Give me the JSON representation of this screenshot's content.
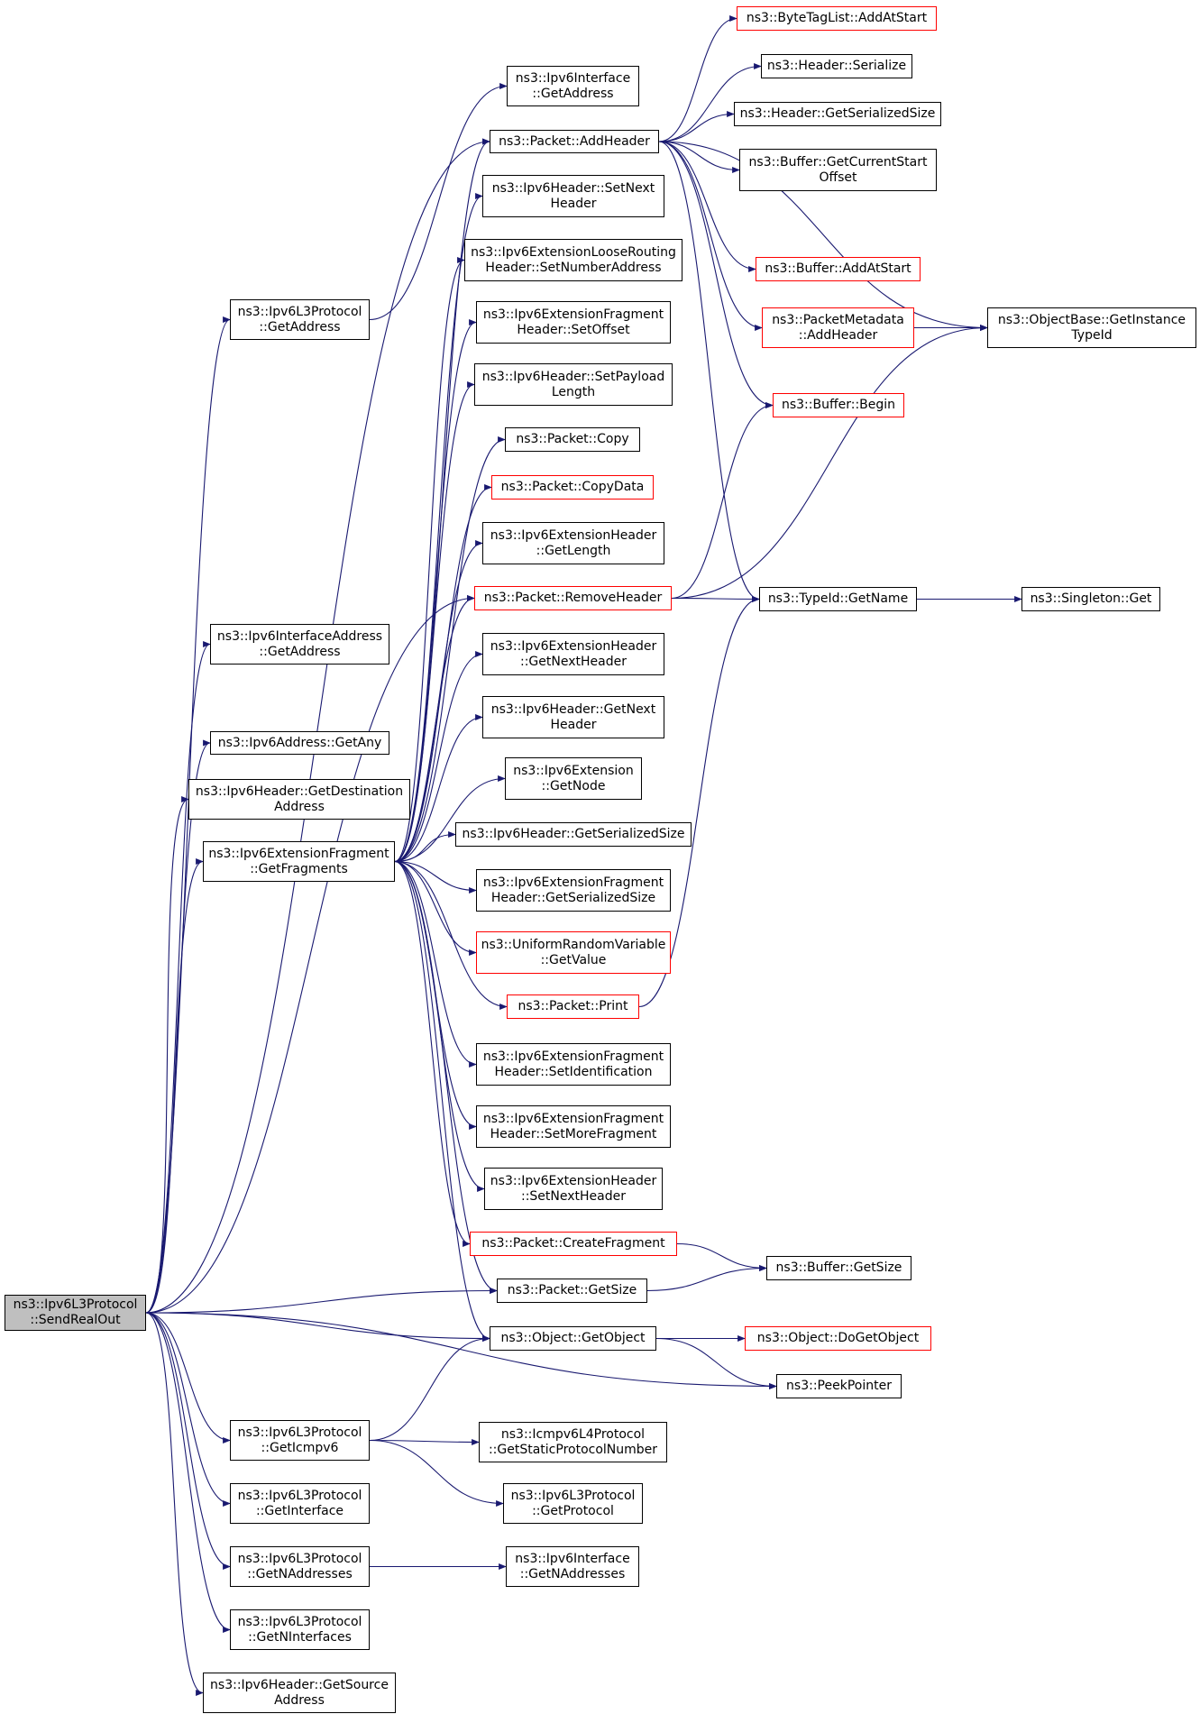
{
  "colors": {
    "edge": "#191970",
    "node_border": "#000000",
    "node_border_missing": "#ff0000",
    "focus_fill": "#bfbfbf"
  },
  "nodes": [
    {
      "id": "sendrealout",
      "label": "ns3::Ipv6L3Protocol\n::SendRealOut",
      "style": "focus"
    },
    {
      "id": "l3_getaddress",
      "label": "ns3::Ipv6L3Protocol\n::GetAddress",
      "style": "normal"
    },
    {
      "id": "iface_getaddress",
      "label": "ns3::Ipv6Interface\n::GetAddress",
      "style": "normal"
    },
    {
      "id": "ifaceaddr_getaddress",
      "label": "ns3::Ipv6InterfaceAddress\n::GetAddress",
      "style": "normal"
    },
    {
      "id": "addr_getany",
      "label": "ns3::Ipv6Address::GetAny",
      "style": "normal"
    },
    {
      "id": "hdr_getdest",
      "label": "ns3::Ipv6Header::GetDestination\nAddress",
      "style": "normal"
    },
    {
      "id": "frag_getfragments",
      "label": "ns3::Ipv6ExtensionFragment\n::GetFragments",
      "style": "normal"
    },
    {
      "id": "pkt_addheader",
      "label": "ns3::Packet::AddHeader",
      "style": "normal"
    },
    {
      "id": "hdr_setnext",
      "label": "ns3::Ipv6Header::SetNext\nHeader",
      "style": "normal"
    },
    {
      "id": "loose_setnum",
      "label": "ns3::Ipv6ExtensionLooseRouting\nHeader::SetNumberAddress",
      "style": "normal"
    },
    {
      "id": "fraghdr_setoffset",
      "label": "ns3::Ipv6ExtensionFragment\nHeader::SetOffset",
      "style": "normal"
    },
    {
      "id": "hdr_setpayload",
      "label": "ns3::Ipv6Header::SetPayload\nLength",
      "style": "normal"
    },
    {
      "id": "pkt_copy",
      "label": "ns3::Packet::Copy",
      "style": "normal"
    },
    {
      "id": "pkt_copydata",
      "label": "ns3::Packet::CopyData",
      "style": "red"
    },
    {
      "id": "exthdr_getlength",
      "label": "ns3::Ipv6ExtensionHeader\n::GetLength",
      "style": "normal"
    },
    {
      "id": "pkt_removeheader",
      "label": "ns3::Packet::RemoveHeader",
      "style": "red"
    },
    {
      "id": "exthdr_getnext",
      "label": "ns3::Ipv6ExtensionHeader\n::GetNextHeader",
      "style": "normal"
    },
    {
      "id": "hdr_getnext",
      "label": "ns3::Ipv6Header::GetNext\nHeader",
      "style": "normal"
    },
    {
      "id": "ext_getnode",
      "label": "ns3::Ipv6Extension\n::GetNode",
      "style": "normal"
    },
    {
      "id": "hdr_getserial",
      "label": "ns3::Ipv6Header::GetSerializedSize",
      "style": "normal"
    },
    {
      "id": "fraghdr_getserial",
      "label": "ns3::Ipv6ExtensionFragment\nHeader::GetSerializedSize",
      "style": "normal"
    },
    {
      "id": "urv_getvalue",
      "label": "ns3::UniformRandomVariable\n::GetValue",
      "style": "red"
    },
    {
      "id": "pkt_print",
      "label": "ns3::Packet::Print",
      "style": "red"
    },
    {
      "id": "fraghdr_setid",
      "label": "ns3::Ipv6ExtensionFragment\nHeader::SetIdentification",
      "style": "normal"
    },
    {
      "id": "fraghdr_setmore",
      "label": "ns3::Ipv6ExtensionFragment\nHeader::SetMoreFragment",
      "style": "normal"
    },
    {
      "id": "exthdr_setnext",
      "label": "ns3::Ipv6ExtensionHeader\n::SetNextHeader",
      "style": "normal"
    },
    {
      "id": "pkt_createfrag",
      "label": "ns3::Packet::CreateFragment",
      "style": "red"
    },
    {
      "id": "pkt_getsize",
      "label": "ns3::Packet::GetSize",
      "style": "normal"
    },
    {
      "id": "obj_getobject",
      "label": "ns3::Object::GetObject",
      "style": "normal"
    },
    {
      "id": "l3_geticmpv6",
      "label": "ns3::Ipv6L3Protocol\n::GetIcmpv6",
      "style": "normal"
    },
    {
      "id": "l3_getinterface",
      "label": "ns3::Ipv6L3Protocol\n::GetInterface",
      "style": "normal"
    },
    {
      "id": "l3_getnaddr",
      "label": "ns3::Ipv6L3Protocol\n::GetNAddresses",
      "style": "normal"
    },
    {
      "id": "l3_getnif",
      "label": "ns3::Ipv6L3Protocol\n::GetNInterfaces",
      "style": "normal"
    },
    {
      "id": "hdr_getsource",
      "label": "ns3::Ipv6Header::GetSource\nAddress",
      "style": "normal"
    },
    {
      "id": "btl_addatstart",
      "label": "ns3::ByteTagList::AddAtStart",
      "style": "red"
    },
    {
      "id": "header_serialize",
      "label": "ns3::Header::Serialize",
      "style": "normal"
    },
    {
      "id": "header_getserial",
      "label": "ns3::Header::GetSerializedSize",
      "style": "normal"
    },
    {
      "id": "buf_getcurstart",
      "label": "ns3::Buffer::GetCurrentStart\nOffset",
      "style": "normal"
    },
    {
      "id": "buf_addatstart",
      "label": "ns3::Buffer::AddAtStart",
      "style": "red"
    },
    {
      "id": "pm_addheader",
      "label": "ns3::PacketMetadata\n::AddHeader",
      "style": "red"
    },
    {
      "id": "buf_begin",
      "label": "ns3::Buffer::Begin",
      "style": "red"
    },
    {
      "id": "typeid_getname",
      "label": "ns3::TypeId::GetName",
      "style": "normal"
    },
    {
      "id": "buf_getsize",
      "label": "ns3::Buffer::GetSize",
      "style": "normal"
    },
    {
      "id": "obj_dogetobject",
      "label": "ns3::Object::DoGetObject",
      "style": "red"
    },
    {
      "id": "peekpointer",
      "label": "ns3::PeekPointer",
      "style": "normal"
    },
    {
      "id": "icmp_getstatic",
      "label": "ns3::Icmpv6L4Protocol\n::GetStaticProtocolNumber",
      "style": "normal"
    },
    {
      "id": "l3_getprotocol",
      "label": "ns3::Ipv6L3Protocol\n::GetProtocol",
      "style": "normal"
    },
    {
      "id": "iface_getnaddr",
      "label": "ns3::Ipv6Interface\n::GetNAddresses",
      "style": "normal"
    },
    {
      "id": "objbase_getinst",
      "label": "ns3::ObjectBase::GetInstance\nTypeId",
      "style": "normal"
    },
    {
      "id": "singleton_get",
      "label": "ns3::Singleton::Get",
      "style": "normal"
    }
  ],
  "edges": [
    [
      "sendrealout",
      "l3_getaddress"
    ],
    [
      "sendrealout",
      "ifaceaddr_getaddress"
    ],
    [
      "sendrealout",
      "addr_getany"
    ],
    [
      "sendrealout",
      "hdr_getdest"
    ],
    [
      "sendrealout",
      "frag_getfragments"
    ],
    [
      "sendrealout",
      "pkt_addheader"
    ],
    [
      "sendrealout",
      "pkt_removeheader"
    ],
    [
      "sendrealout",
      "pkt_getsize"
    ],
    [
      "sendrealout",
      "obj_getobject"
    ],
    [
      "sendrealout",
      "peekpointer"
    ],
    [
      "sendrealout",
      "l3_geticmpv6"
    ],
    [
      "sendrealout",
      "l3_getinterface"
    ],
    [
      "sendrealout",
      "l3_getnaddr"
    ],
    [
      "sendrealout",
      "l3_getnif"
    ],
    [
      "sendrealout",
      "hdr_getsource"
    ],
    [
      "l3_getaddress",
      "iface_getaddress"
    ],
    [
      "frag_getfragments",
      "pkt_addheader"
    ],
    [
      "frag_getfragments",
      "hdr_setnext"
    ],
    [
      "frag_getfragments",
      "loose_setnum"
    ],
    [
      "frag_getfragments",
      "fraghdr_setoffset"
    ],
    [
      "frag_getfragments",
      "hdr_setpayload"
    ],
    [
      "frag_getfragments",
      "pkt_copy"
    ],
    [
      "frag_getfragments",
      "pkt_copydata"
    ],
    [
      "frag_getfragments",
      "exthdr_getlength"
    ],
    [
      "frag_getfragments",
      "pkt_removeheader"
    ],
    [
      "frag_getfragments",
      "exthdr_getnext"
    ],
    [
      "frag_getfragments",
      "hdr_getnext"
    ],
    [
      "frag_getfragments",
      "ext_getnode"
    ],
    [
      "frag_getfragments",
      "hdr_getserial"
    ],
    [
      "frag_getfragments",
      "fraghdr_getserial"
    ],
    [
      "frag_getfragments",
      "urv_getvalue"
    ],
    [
      "frag_getfragments",
      "pkt_print"
    ],
    [
      "frag_getfragments",
      "fraghdr_setid"
    ],
    [
      "frag_getfragments",
      "fraghdr_setmore"
    ],
    [
      "frag_getfragments",
      "exthdr_setnext"
    ],
    [
      "frag_getfragments",
      "pkt_createfrag"
    ],
    [
      "frag_getfragments",
      "pkt_getsize"
    ],
    [
      "frag_getfragments",
      "obj_getobject"
    ],
    [
      "pkt_addheader",
      "btl_addatstart"
    ],
    [
      "pkt_addheader",
      "header_serialize"
    ],
    [
      "pkt_addheader",
      "header_getserial"
    ],
    [
      "pkt_addheader",
      "buf_getcurstart"
    ],
    [
      "pkt_addheader",
      "buf_addatstart"
    ],
    [
      "pkt_addheader",
      "pm_addheader"
    ],
    [
      "pkt_addheader",
      "buf_begin"
    ],
    [
      "pkt_addheader",
      "typeid_getname"
    ],
    [
      "pkt_addheader",
      "objbase_getinst"
    ],
    [
      "pm_addheader",
      "objbase_getinst"
    ],
    [
      "pkt_removeheader",
      "buf_begin"
    ],
    [
      "pkt_removeheader",
      "objbase_getinst"
    ],
    [
      "pkt_removeheader",
      "typeid_getname"
    ],
    [
      "typeid_getname",
      "singleton_get"
    ],
    [
      "pkt_print",
      "typeid_getname"
    ],
    [
      "pkt_createfrag",
      "buf_getsize"
    ],
    [
      "pkt_getsize",
      "buf_getsize"
    ],
    [
      "obj_getobject",
      "obj_dogetobject"
    ],
    [
      "obj_getobject",
      "peekpointer"
    ],
    [
      "l3_geticmpv6",
      "obj_getobject"
    ],
    [
      "l3_geticmpv6",
      "icmp_getstatic"
    ],
    [
      "l3_geticmpv6",
      "l3_getprotocol"
    ],
    [
      "l3_getnaddr",
      "iface_getnaddr"
    ]
  ]
}
